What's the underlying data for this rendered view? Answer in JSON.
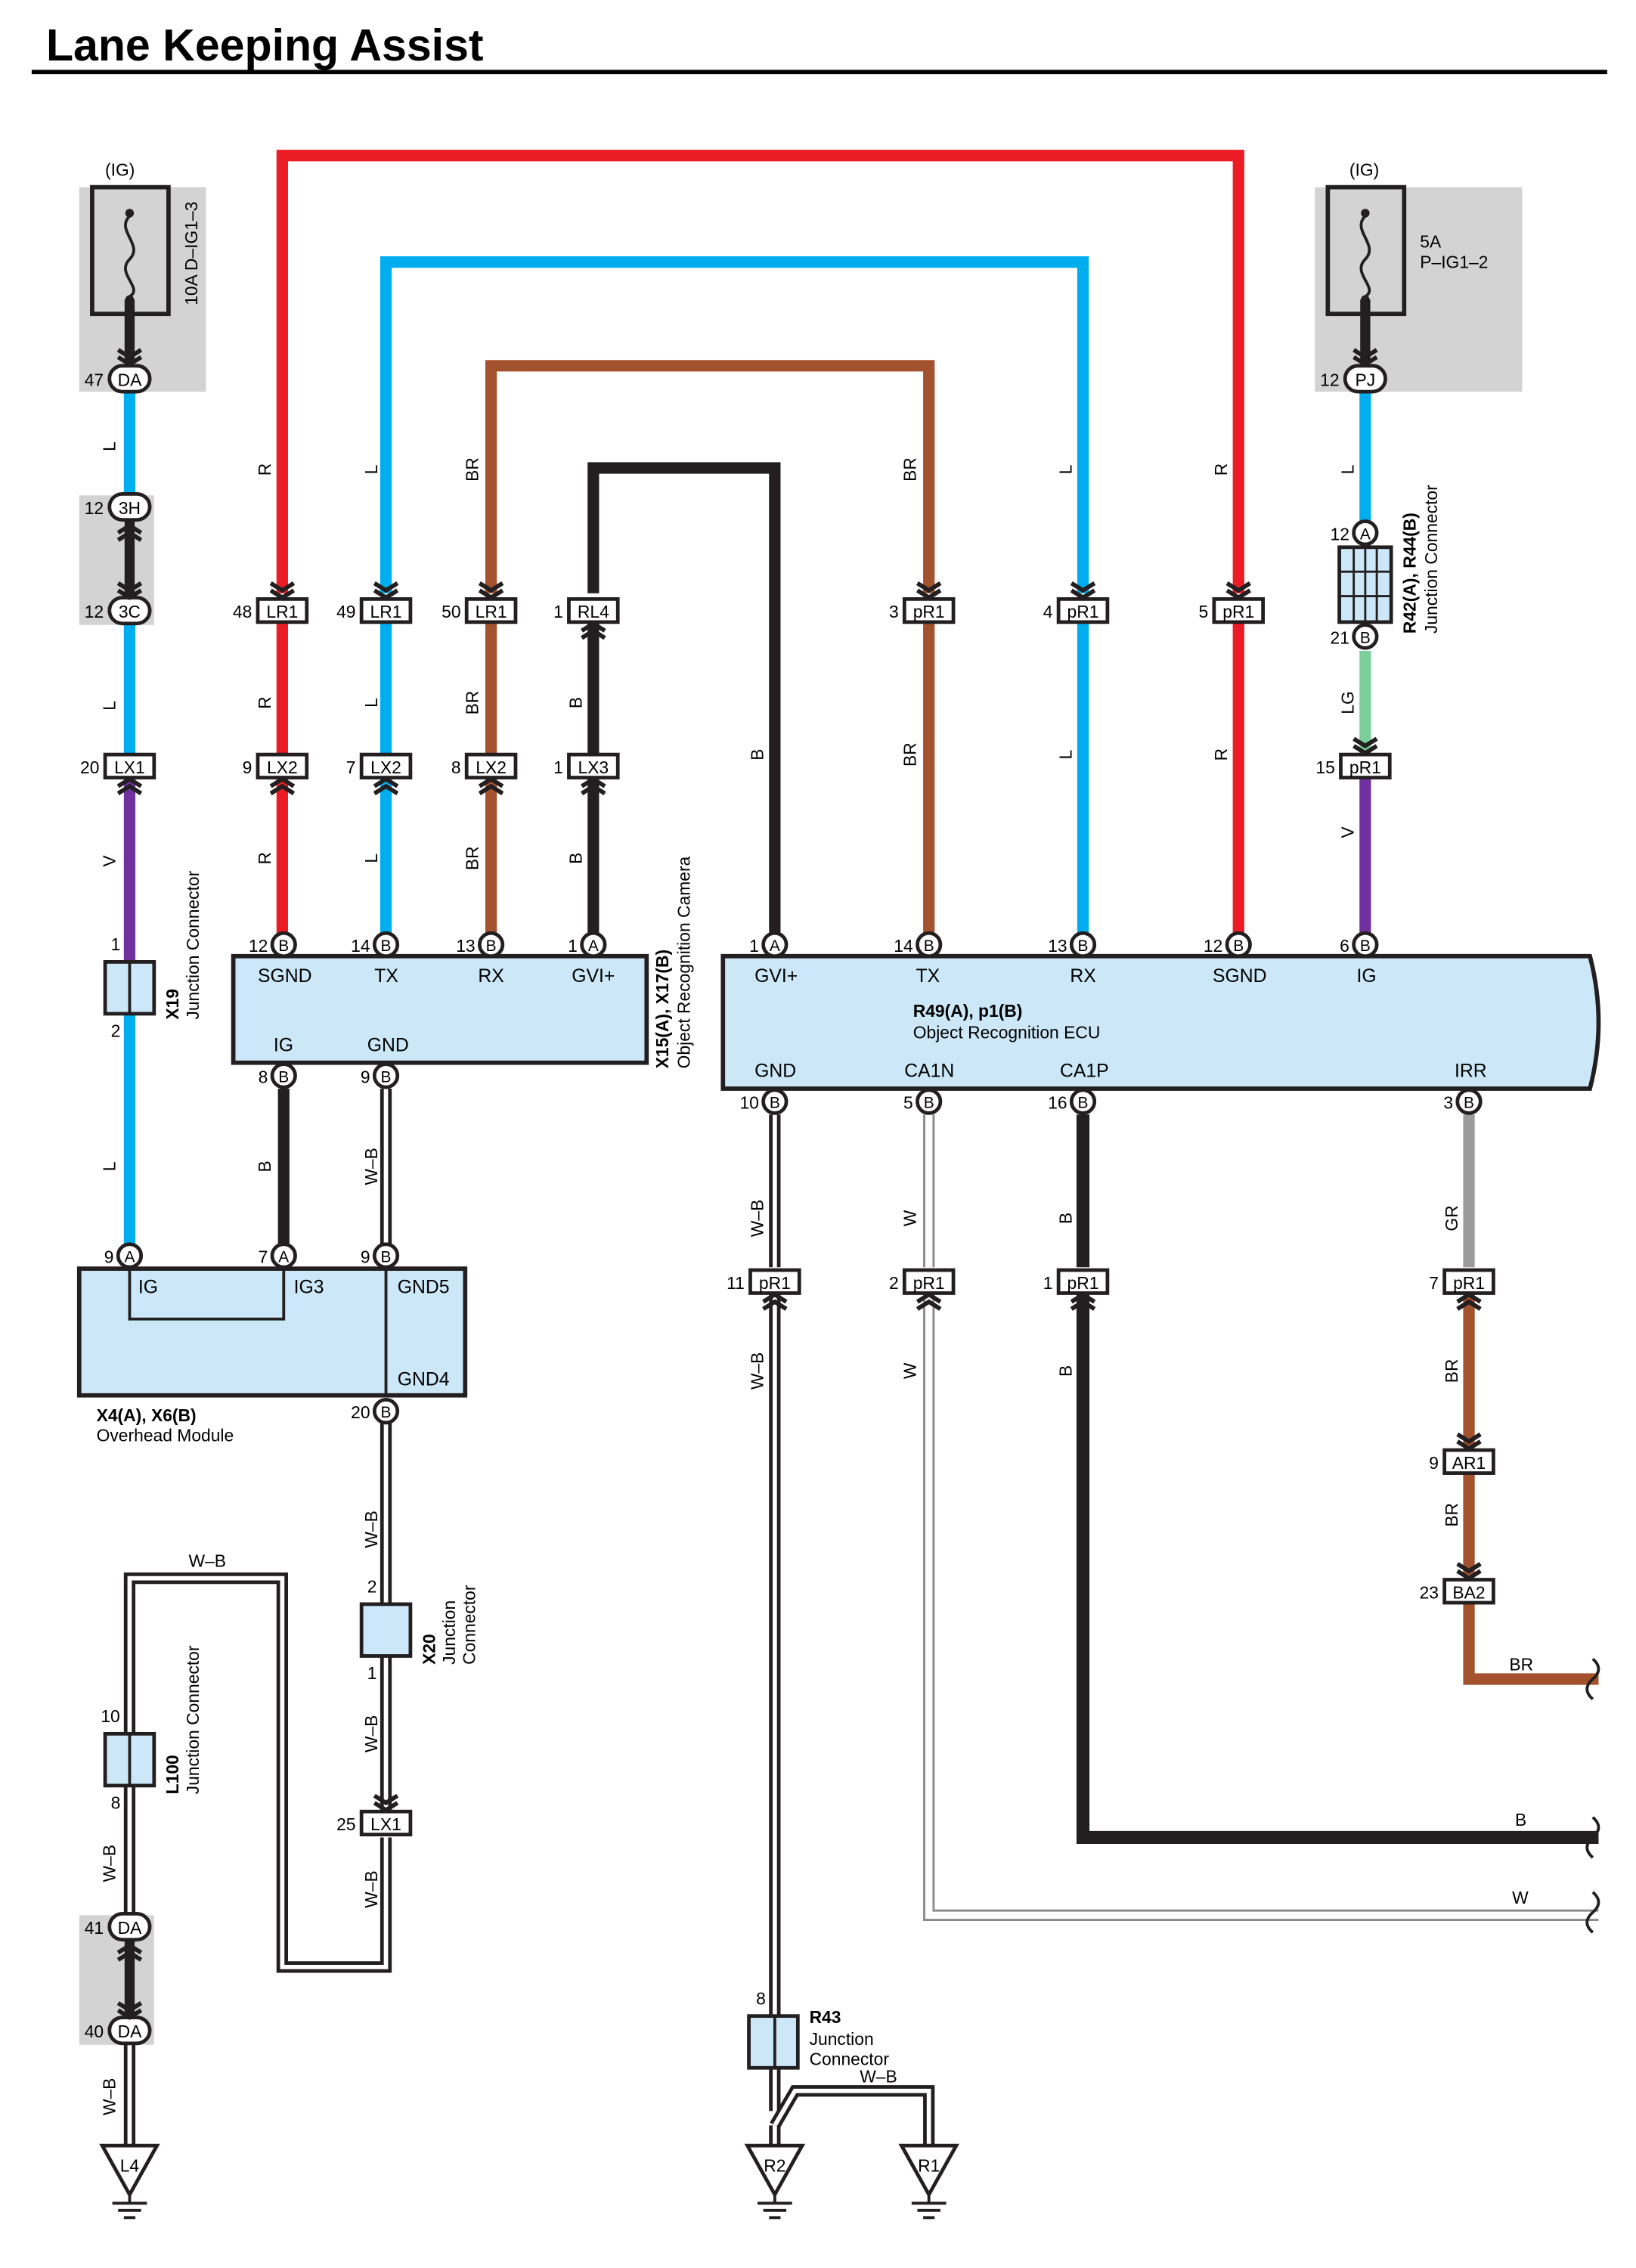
{
  "title": "Lane Keeping Assist",
  "colors": {
    "R": "#ec1c24",
    "L": "#00aeef",
    "BR": "#a4522d",
    "B": "#231f20",
    "V": "#7030a0",
    "LG": "#7ccf9a",
    "GR": "#9b9b9b",
    "W": "#ffffff",
    "component_fill": "#cce8f8",
    "fuse_box": "#d3d3d3"
  },
  "fuses": {
    "left": {
      "supply": "(IG)",
      "label": "10A D–IG1–3"
    },
    "right": {
      "supply": "(IG)",
      "label_amp": "5A",
      "label_name": "P–IG1–2"
    }
  },
  "components": {
    "camera": {
      "name": "X15(A), X17(B)",
      "desc": "Object Recognition Camera",
      "top_signals": [
        "SGND",
        "TX",
        "RX",
        "GVI+"
      ],
      "bottom_signals": [
        "IG",
        "GND"
      ]
    },
    "ecu": {
      "name": "R49(A), p1(B)",
      "desc": "Object Recognition ECU",
      "top_signals": [
        "GVI+",
        "TX",
        "RX",
        "SGND",
        "IG"
      ],
      "bottom_signals": [
        "GND",
        "CA1N",
        "CA1P",
        "IRR"
      ]
    },
    "overhead": {
      "name": "X4(A), X6(B)",
      "desc": "Overhead Module",
      "signals": [
        "IG",
        "IG3",
        "GND5",
        "GND4"
      ]
    },
    "jc_x19": {
      "name": "X19",
      "desc": "Junction Connector",
      "pin_top": "1",
      "pin_bottom": "2"
    },
    "jc_x20": {
      "name": "X20",
      "desc": "Junction Connector",
      "line1": "Junction",
      "line2": "Connector",
      "pin_top": "2",
      "pin_bottom": "1"
    },
    "jc_l100": {
      "name": "L100",
      "desc": "Junction Connector",
      "pin_top": "10",
      "pin_bottom": "8"
    },
    "jc_r43": {
      "name": "R43",
      "line1": "Junction",
      "line2": "Connector",
      "pin": "8"
    },
    "jc_r42": {
      "name": "R42(A), R44(B)",
      "desc": "Junction Connector"
    }
  },
  "connectors": {
    "DA47": {
      "pin": "47",
      "code": "DA"
    },
    "H3": {
      "pin": "12",
      "code": "3H"
    },
    "C3": {
      "pin": "12",
      "code": "3C"
    },
    "LX1_20": {
      "pin": "20",
      "code": "LX1"
    },
    "LR1_48": {
      "pin": "48",
      "code": "LR1"
    },
    "LR1_49": {
      "pin": "49",
      "code": "LR1"
    },
    "LR1_50": {
      "pin": "50",
      "code": "LR1"
    },
    "RL4_1": {
      "pin": "1",
      "code": "RL4"
    },
    "pR1_3": {
      "pin": "3",
      "code": "pR1"
    },
    "pR1_4": {
      "pin": "4",
      "code": "pR1"
    },
    "pR1_5": {
      "pin": "5",
      "code": "pR1"
    },
    "LX2_9": {
      "pin": "9",
      "code": "LX2"
    },
    "LX2_7": {
      "pin": "7",
      "code": "LX2"
    },
    "LX2_8": {
      "pin": "8",
      "code": "LX2"
    },
    "LX3_1": {
      "pin": "1",
      "code": "LX3"
    },
    "PJ12": {
      "pin": "12",
      "code": "PJ"
    },
    "R42A": {
      "pin": "12",
      "code": "A"
    },
    "R42B": {
      "pin": "21",
      "code": "B"
    },
    "pR1_15": {
      "pin": "15",
      "code": "pR1"
    },
    "pR1_11": {
      "pin": "11",
      "code": "pR1"
    },
    "pR1_2": {
      "pin": "2",
      "code": "pR1"
    },
    "pR1_1": {
      "pin": "1",
      "code": "pR1"
    },
    "pR1_7": {
      "pin": "7",
      "code": "pR1"
    },
    "AR1_9": {
      "pin": "9",
      "code": "AR1"
    },
    "BA2_23": {
      "pin": "23",
      "code": "BA2"
    },
    "LX1_25": {
      "pin": "25",
      "code": "LX1"
    },
    "DA41": {
      "pin": "41",
      "code": "DA"
    },
    "DA40": {
      "pin": "40",
      "code": "DA"
    }
  },
  "pins": {
    "cam_sgnd": {
      "num": "12",
      "c": "B"
    },
    "cam_tx": {
      "num": "14",
      "c": "B"
    },
    "cam_rx": {
      "num": "13",
      "c": "B"
    },
    "cam_gvi": {
      "num": "1",
      "c": "A"
    },
    "cam_ig": {
      "num": "8",
      "c": "B"
    },
    "cam_gnd": {
      "num": "9",
      "c": "B"
    },
    "ecu_gvi": {
      "num": "1",
      "c": "A"
    },
    "ecu_tx": {
      "num": "14",
      "c": "B"
    },
    "ecu_rx": {
      "num": "13",
      "c": "B"
    },
    "ecu_sgnd": {
      "num": "12",
      "c": "B"
    },
    "ecu_ig": {
      "num": "6",
      "c": "B"
    },
    "ecu_gnd": {
      "num": "10",
      "c": "B"
    },
    "ecu_ca1n": {
      "num": "5",
      "c": "B"
    },
    "ecu_ca1p": {
      "num": "16",
      "c": "B"
    },
    "ecu_irr": {
      "num": "3",
      "c": "B"
    },
    "ov_ig": {
      "num": "9",
      "c": "A"
    },
    "ov_ig3": {
      "num": "7",
      "c": "A"
    },
    "ov_gnd5": {
      "num": "9",
      "c": "B"
    },
    "ov_gnd4": {
      "num": "20",
      "c": "B"
    }
  },
  "grounds": [
    "L4",
    "R2",
    "R1"
  ],
  "wire_codes": {
    "R": "R",
    "L": "L",
    "BR": "BR",
    "B": "B",
    "V": "V",
    "LG": "LG",
    "GR": "GR",
    "W": "W",
    "WB": "W–B"
  }
}
